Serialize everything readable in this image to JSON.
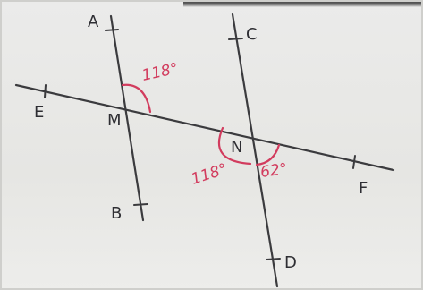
{
  "points": {
    "A": "A",
    "B": "B",
    "C": "C",
    "D": "D",
    "E": "E",
    "F": "F",
    "M": "M",
    "N": "N"
  },
  "angles": {
    "angle_at_M": "118°",
    "angle_at_N_left": "118°",
    "angle_at_N_right": "62°"
  },
  "colors": {
    "lines": "#3b3b3e",
    "angle_marks": "#d23c5e",
    "background": "#e9e9e6"
  }
}
